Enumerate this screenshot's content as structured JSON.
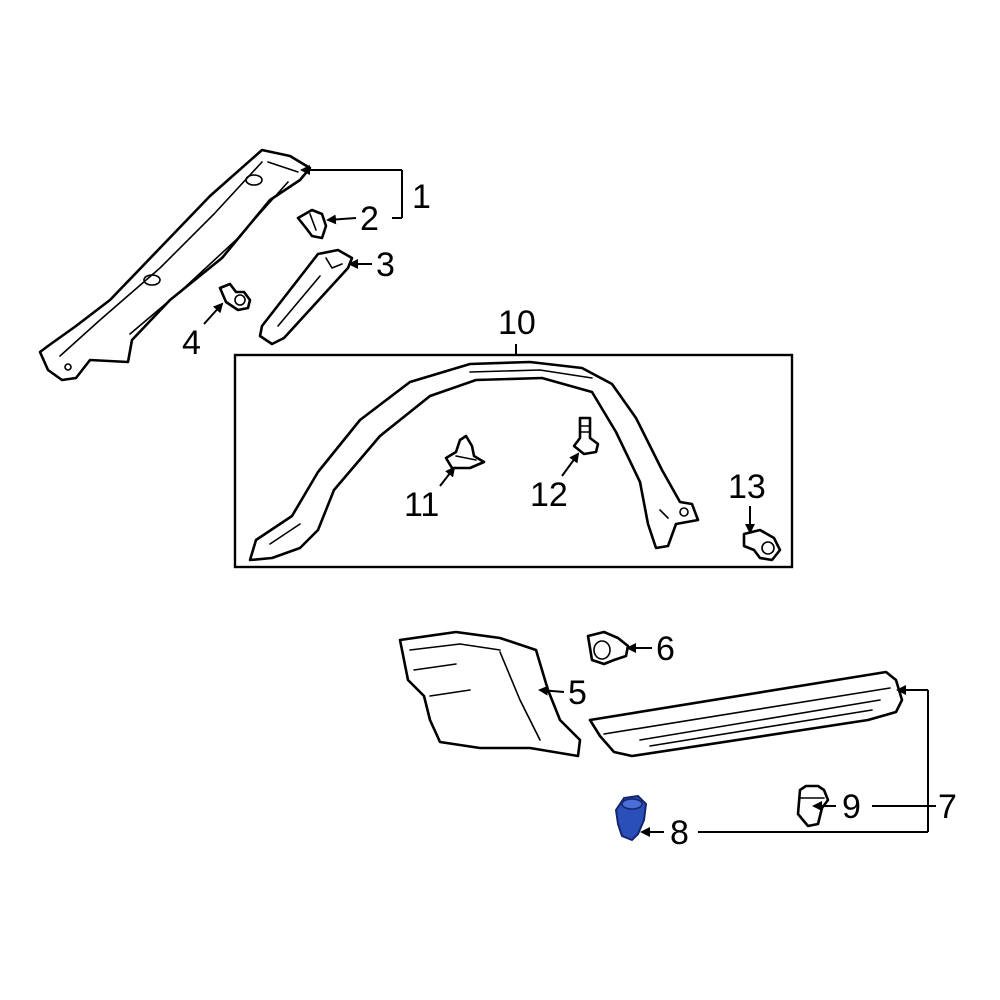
{
  "colors": {
    "line": "#000000",
    "background": "#ffffff",
    "highlight": "#2b4fb8",
    "highlight_dark": "#14256e"
  },
  "callouts": [
    {
      "id": "1",
      "label": "1"
    },
    {
      "id": "2",
      "label": "2"
    },
    {
      "id": "3",
      "label": "3"
    },
    {
      "id": "4",
      "label": "4"
    },
    {
      "id": "5",
      "label": "5"
    },
    {
      "id": "6",
      "label": "6"
    },
    {
      "id": "7",
      "label": "7"
    },
    {
      "id": "8",
      "label": "8"
    },
    {
      "id": "9",
      "label": "9"
    },
    {
      "id": "10",
      "label": "10"
    },
    {
      "id": "11",
      "label": "11"
    },
    {
      "id": "12",
      "label": "12"
    },
    {
      "id": "13",
      "label": "13"
    }
  ],
  "highlighted_part": "8"
}
